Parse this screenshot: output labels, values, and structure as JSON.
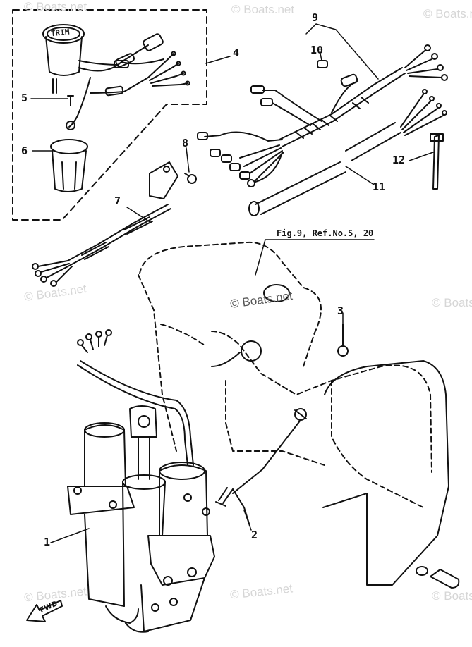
{
  "watermark": "© Boats.net",
  "gauge_face": "TRIM",
  "reference": "Fig.9, Ref.No.5, 20",
  "fwd_label": "FWD",
  "callouts": [
    "1",
    "2",
    "3",
    "4",
    "5",
    "6",
    "7",
    "8",
    "9",
    "10",
    "11",
    "12"
  ]
}
